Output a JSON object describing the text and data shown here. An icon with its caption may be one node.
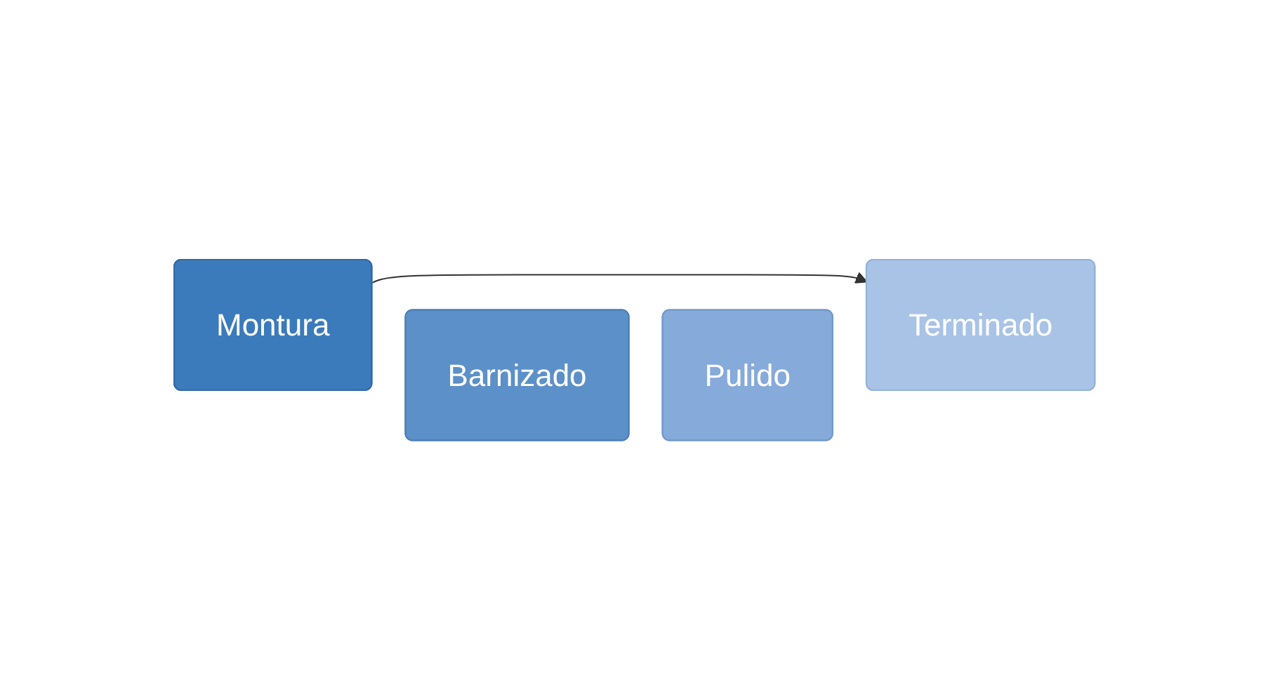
{
  "diagram": {
    "nodes": [
      {
        "text": [
          "Montura"
        ]
      },
      {
        "text": [
          "Barnizado"
        ]
      },
      {
        "text": [
          "Pulido"
        ]
      },
      {
        "text": [
          "Terminado"
        ]
      }
    ],
    "edges": [
      {
        "from": 0,
        "to": 3,
        "arrow": "to"
      }
    ]
  }
}
